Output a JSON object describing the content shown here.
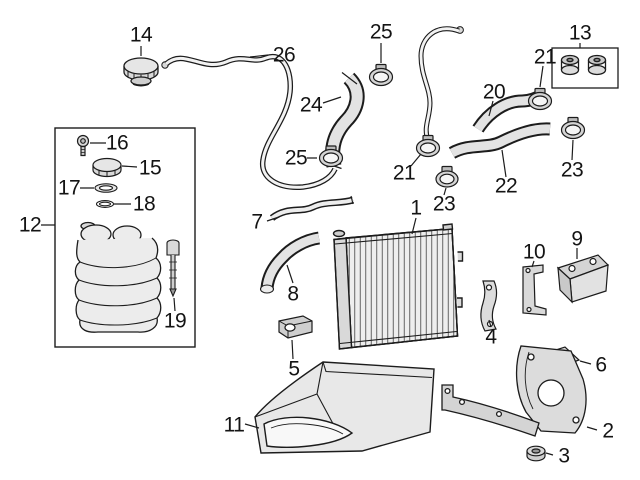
{
  "diagram": {
    "type": "exploded-parts-diagram",
    "subject": "Radiator and Components",
    "colors": {
      "background": "#ffffff",
      "line": "#1c1c1c",
      "fill_light": "#ececec",
      "fill_mid": "#d9d9d9",
      "fill_dark": "#bdbdbd"
    },
    "callouts": [
      {
        "label": "14",
        "part": "radiator-cap"
      },
      {
        "label": "26",
        "part": "overflow-hose"
      },
      {
        "label": "25",
        "part": "hose-clamp"
      },
      {
        "label": "24",
        "part": "upper-radiator-hose"
      },
      {
        "label": "13",
        "part": "grommet-set"
      },
      {
        "label": "21",
        "part": "hose-clamp"
      },
      {
        "label": "20",
        "part": "coolant-hose"
      },
      {
        "label": "23",
        "part": "hose-clamp"
      },
      {
        "label": "25",
        "part": "hose-clamp"
      },
      {
        "label": "21",
        "part": "hose-clamp"
      },
      {
        "label": "22",
        "part": "lower-radiator-hose"
      },
      {
        "label": "23",
        "part": "hose-clamp"
      },
      {
        "label": "16",
        "part": "bolt"
      },
      {
        "label": "15",
        "part": "reservoir-cap"
      },
      {
        "label": "17",
        "part": "gasket"
      },
      {
        "label": "18",
        "part": "o-ring"
      },
      {
        "label": "12",
        "part": "coolant-reservoir-assembly"
      },
      {
        "label": "7",
        "part": "vent-hose"
      },
      {
        "label": "1",
        "part": "radiator"
      },
      {
        "label": "8",
        "part": "coolant-hose"
      },
      {
        "label": "10",
        "part": "mounting-bracket"
      },
      {
        "label": "9",
        "part": "mounting-bracket"
      },
      {
        "label": "19",
        "part": "level-sensor"
      },
      {
        "label": "4",
        "part": "mounting-bracket"
      },
      {
        "label": "5",
        "part": "mount-pad"
      },
      {
        "label": "6",
        "part": "bracket-plate"
      },
      {
        "label": "11",
        "part": "air-duct"
      },
      {
        "label": "2",
        "part": "lower-support-bracket"
      },
      {
        "label": "3",
        "part": "fastener-grommet"
      }
    ]
  }
}
